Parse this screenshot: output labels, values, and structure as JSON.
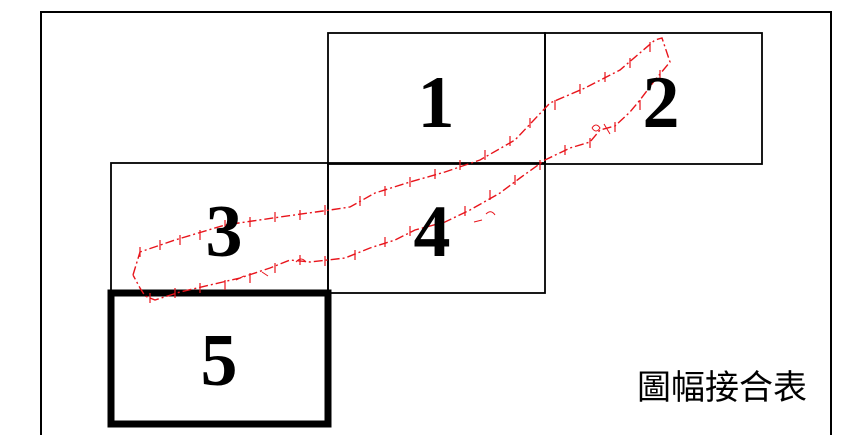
{
  "caption": "圖幅接合表",
  "tiles": [
    {
      "label": "1",
      "highlighted": false
    },
    {
      "label": "2",
      "highlighted": false
    },
    {
      "label": "3",
      "highlighted": false
    },
    {
      "label": "4",
      "highlighted": false
    },
    {
      "label": "5",
      "highlighted": true
    }
  ],
  "colors": {
    "border": "#000000",
    "route": "#e8141b",
    "background": "#ffffff"
  }
}
